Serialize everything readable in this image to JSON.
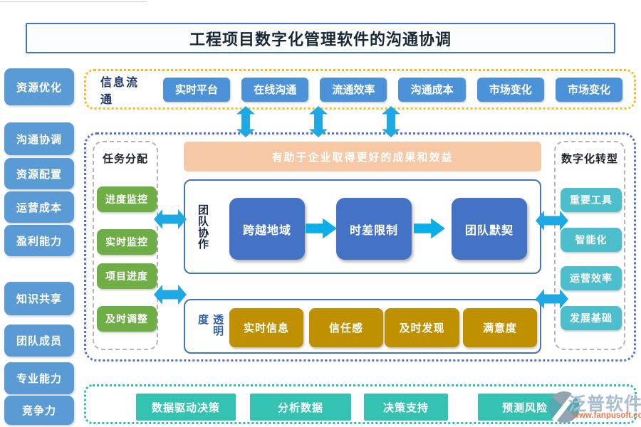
{
  "title": "工程项目数字化管理软件的沟通协调",
  "sidebar": {
    "items": [
      "资源优化",
      "沟通协调",
      "资源配置",
      "运营成本",
      "盈利能力",
      "知识共享",
      "团队成员",
      "专业能力",
      "竞争力"
    ]
  },
  "info_flow": {
    "label": "信息流通",
    "items": [
      "实时平台",
      "在线沟通",
      "流通效率",
      "沟通成本",
      "市场变化",
      "市场变化"
    ]
  },
  "banner": {
    "text": "有助于企业取得更好的成果和效益"
  },
  "task_allocation": {
    "label": "任务分配",
    "items": [
      "进度监控",
      "实时监控",
      "项目进度",
      "及时调整"
    ]
  },
  "team_collaboration": {
    "label": "团队协作",
    "items": [
      "跨越地域",
      "时差限制",
      "团队默契"
    ]
  },
  "transparency": {
    "label": "透明度",
    "items": [
      "实时信息",
      "信任感",
      "及时发现",
      "满意度"
    ]
  },
  "digital_transformation": {
    "label": "数字化转型",
    "items": [
      "重要工具",
      "智能化",
      "运营效率",
      "发展基础"
    ]
  },
  "data_decision": {
    "items": [
      "数据驱动决策",
      "分析数据",
      "决策支持",
      "预测风险"
    ]
  },
  "logo": {
    "name": "泛普软件",
    "url": "www.fanpusoft.com"
  },
  "icons": {
    "vertical_double_arrow": "⬍",
    "horizontal_double_arrow": "⬌",
    "flow_arrow": "➤",
    "logo_mark": "teal-gray-swirl-circle"
  },
  "colors": {
    "sidebar_blue": "#5B9BD5",
    "top_button_blue": "#4C92D8",
    "deep_blue_node": "#4472C4",
    "green_node": "#6FAE46",
    "gold_node": "#BF9000",
    "teal_node": "#4DBECB",
    "teal_green_node": "#34C3B2",
    "peach_banner": "#F6C8A6",
    "arrow_cyan": "#1FA9E4",
    "dotted_yellow": "#FFB81C",
    "dotted_blue": "#5572C8",
    "dotted_teal": "#2FBFAE",
    "logo_text": "#A9BCD2",
    "logo_url_orange": "#E8784C"
  }
}
